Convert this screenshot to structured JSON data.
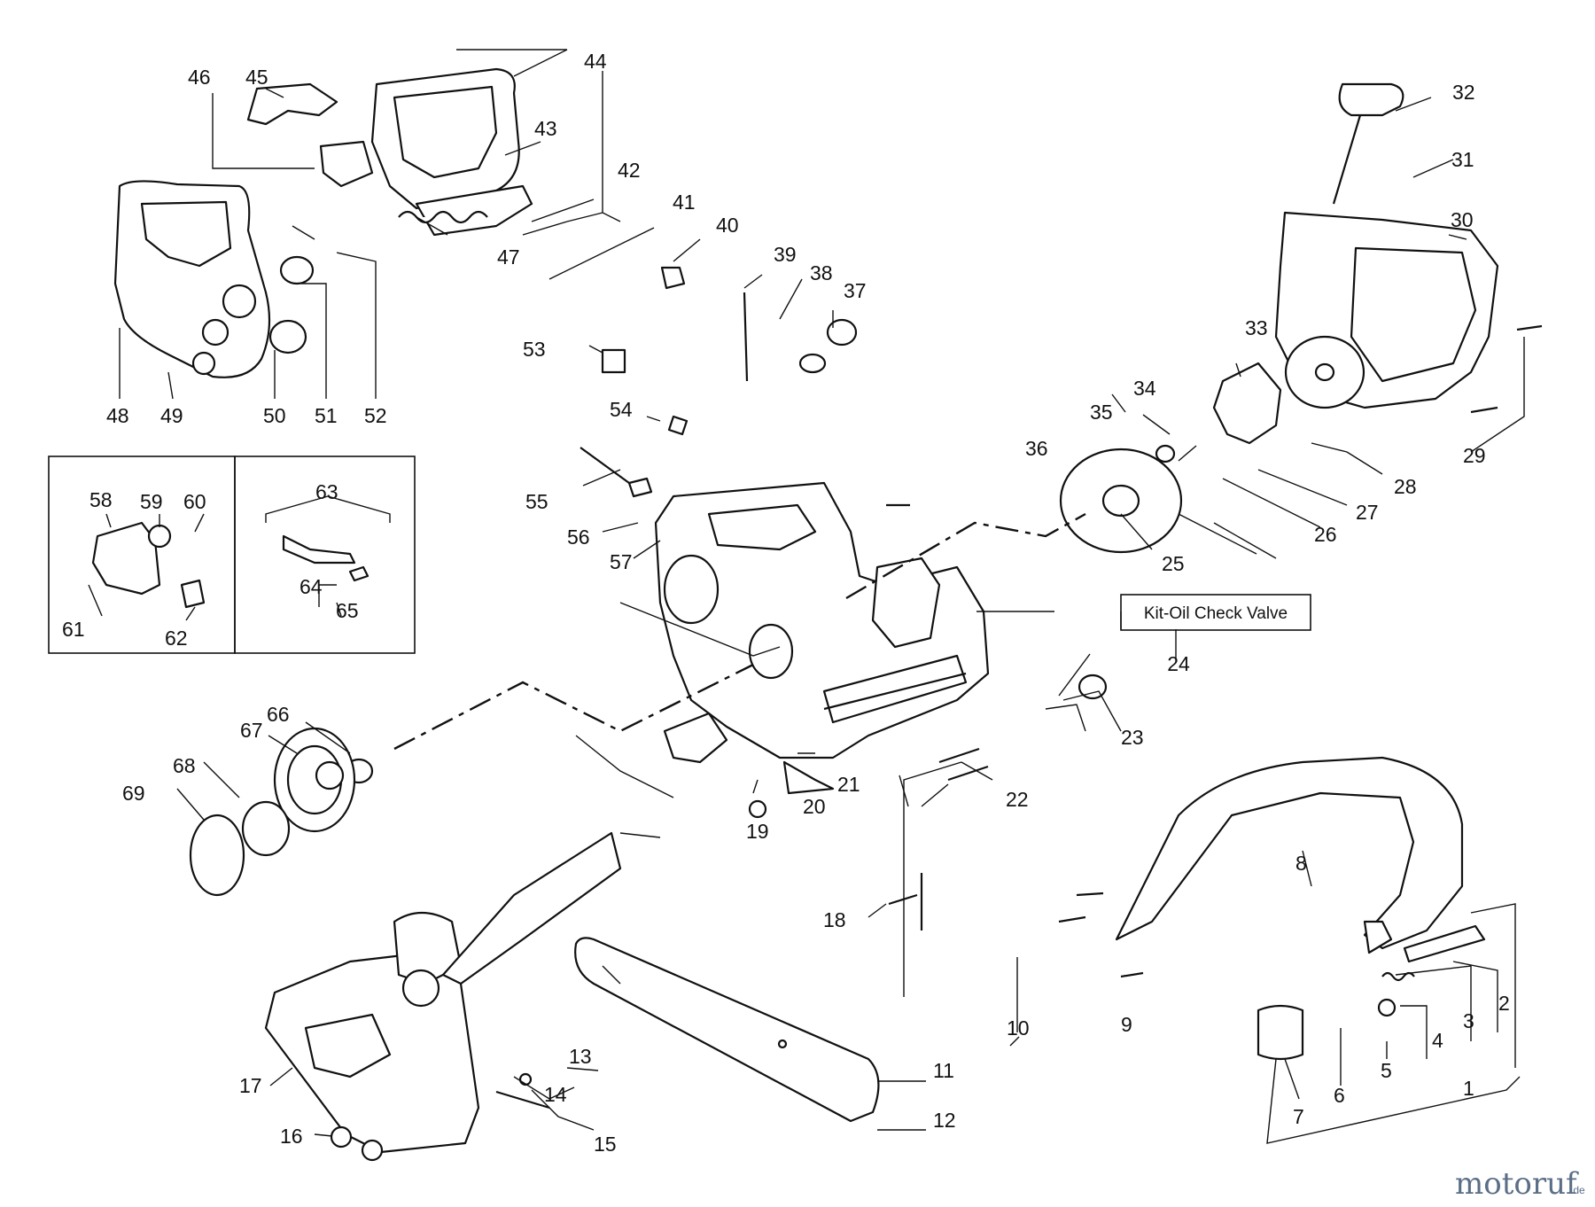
{
  "kit_label": "Kit-Oil Check Valve",
  "kit_number": "24",
  "watermark": {
    "brand": "motoruf",
    "suffix": ".de",
    "colors": {
      "text": "#5a6e86",
      "dot": "#e07a1b"
    }
  },
  "callouts": [
    "1",
    "2",
    "3",
    "4",
    "5",
    "6",
    "7",
    "8",
    "9",
    "10",
    "11",
    "12",
    "13",
    "14",
    "15",
    "16",
    "17",
    "18",
    "19",
    "20",
    "21",
    "22",
    "23",
    "25",
    "26",
    "27",
    "28",
    "29",
    "30",
    "31",
    "32",
    "33",
    "34",
    "35",
    "36",
    "37",
    "38",
    "39",
    "40",
    "41",
    "42",
    "43",
    "44",
    "45",
    "46",
    "47",
    "48",
    "49",
    "50",
    "51",
    "52",
    "53",
    "54",
    "55",
    "56",
    "57",
    "58",
    "59",
    "60",
    "61",
    "62",
    "63",
    "64",
    "65",
    "66",
    "67",
    "68",
    "69"
  ]
}
